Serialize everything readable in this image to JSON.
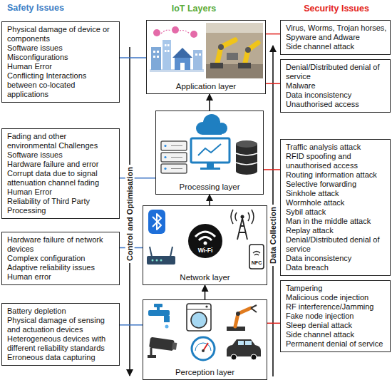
{
  "diagram": {
    "nodes": [
      {
        "text": [
          "Physical damage of device or components",
          "Software issues",
          "Misconfigurations",
          "Human Error",
          "Conflicting Interactions between co-located applications"
        ]
      },
      {
        "text": [
          "Fading and other environmental Challenges",
          "Software issues",
          "Hardware failure and error",
          "Corrupt data due to signal attenuation channel fading",
          "Human Error",
          "Reliability of Third Party Processing"
        ]
      },
      {
        "text": [
          "Hardware failure of network devices",
          "Complex configuration",
          "Adaptive reliability issues",
          "Human error"
        ]
      },
      {
        "text": [
          "Battery depletion",
          "Physical damage of sensing and actuation devices",
          "Heterogeneous devices with different reliability standards",
          "Erroneous data capturing"
        ]
      },
      {
        "text": [
          "Application layer"
        ]
      },
      {
        "text": [
          "Processing layer"
        ]
      },
      {
        "text": [
          "Network layer"
        ]
      },
      {
        "text": [
          "Perception layer"
        ]
      },
      {
        "text": [
          "Virus, Worms, Trojan horses, Spyware and Adware",
          "Side channel attack"
        ]
      },
      {
        "text": [
          "Denial/Distributed denial of service",
          "Malware",
          "Data inconsistency",
          "Unauthorised access"
        ]
      },
      {
        "text": [
          "Traffic analysis attack",
          "RFID spoofing and unauthorised access",
          "Routing information attack",
          "Selective forwarding",
          "Sinkhole attack",
          "Wormhole attack",
          "Sybil attack",
          "Man in the middle attack",
          "Replay attack",
          "Denial/Distributed denial of service",
          "Data inconsistency",
          "Data breach"
        ]
      },
      {
        "text": [
          "Tampering",
          "Malicious code injection",
          "RF interference/Jamming",
          "Fake node injection",
          "Sleep denial attack",
          "Side channel attack",
          "Permanent denial of service"
        ]
      }
    ],
    "edges": [
      {
        "from": 0,
        "to": 4,
        "arrow": "none"
      },
      {
        "from": 1,
        "to": 5,
        "arrow": "none"
      },
      {
        "from": 2,
        "to": 6,
        "arrow": "none"
      },
      {
        "from": 3,
        "to": 7,
        "arrow": "none"
      },
      {
        "from": 7,
        "to": 6,
        "arrow": "to"
      },
      {
        "from": 6,
        "to": 5,
        "arrow": "to"
      },
      {
        "from": 5,
        "to": 4,
        "arrow": "to"
      },
      {
        "from": 4,
        "to": 8,
        "arrow": "none"
      },
      {
        "from": 4,
        "to": 9,
        "arrow": "none"
      },
      {
        "from": 5,
        "to": 10,
        "arrow": "none"
      },
      {
        "from": 7,
        "to": 11,
        "arrow": "none"
      }
    ],
    "labels": [
      "Safety Issues",
      "IoT Layers",
      "Security Issues",
      "Control and Optimisation",
      "Data Collection",
      "Wi-Fi",
      "NFC"
    ]
  }
}
